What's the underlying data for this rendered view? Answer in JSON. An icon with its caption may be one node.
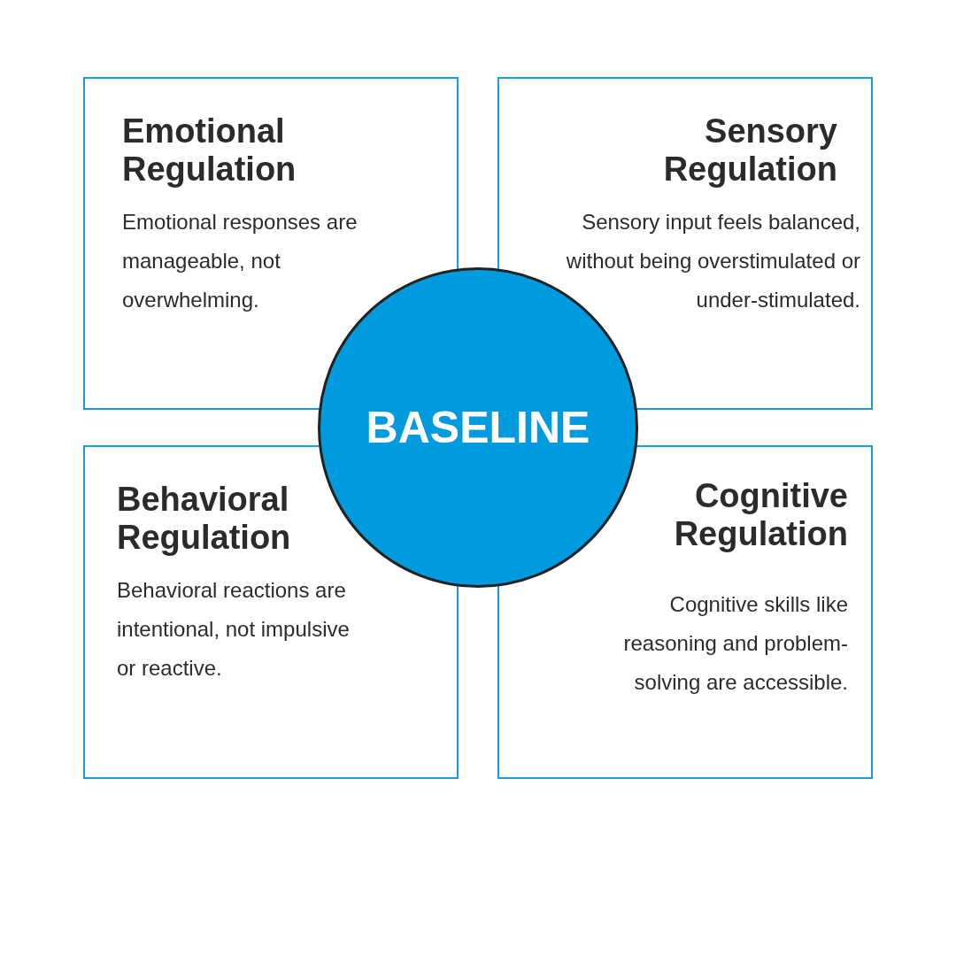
{
  "diagram": {
    "nodes": [
      {
        "text": [
          "Emotional Regulation",
          "Emotional responses are manageable, not overwhelming."
        ]
      },
      {
        "text": [
          "Sensory Regulation",
          "Sensory input feels balanced, without being overstimulated or under-stimulated."
        ]
      },
      {
        "text": [
          "Behavioral Regulation",
          "Behavioral reactions are intentional, not impulsive or reactive."
        ]
      },
      {
        "text": [
          "Cognitive Regulation",
          "Cognitive skills like reasoning and problem-solving are accessible."
        ]
      },
      {
        "text": [
          "BASELINE"
        ]
      }
    ]
  }
}
